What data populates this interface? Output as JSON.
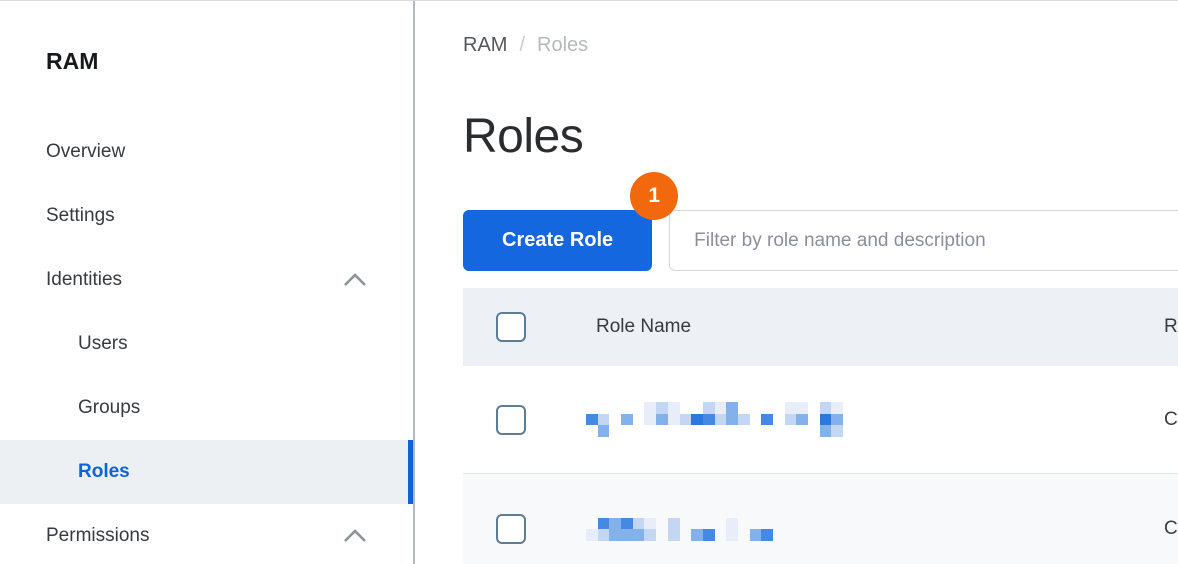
{
  "sidebar": {
    "brand": "RAM",
    "items": [
      {
        "label": "Overview",
        "level": 1
      },
      {
        "label": "Settings",
        "level": 1
      },
      {
        "label": "Identities",
        "level": 1,
        "chevron": "up"
      },
      {
        "label": "Users",
        "level": 2
      },
      {
        "label": "Groups",
        "level": 2
      },
      {
        "label": "Roles",
        "level": 2,
        "selected": true
      },
      {
        "label": "Permissions",
        "level": 1,
        "chevron": "up"
      }
    ]
  },
  "breadcrumb": {
    "root": "RAM",
    "separator": "/",
    "current": "Roles"
  },
  "page": {
    "title": "Roles"
  },
  "annotation": {
    "badge_number": "1",
    "badge_color": "#f2690d"
  },
  "toolbar": {
    "create_button_label": "Create Role",
    "create_button_color": "#1567e0",
    "filter_placeholder": "Filter by role name and description",
    "filter_value": ""
  },
  "table": {
    "columns": [
      {
        "label": "Role Name"
      },
      {
        "label": "R",
        "clipped": true
      }
    ],
    "rows": [
      {
        "name_redacted": true,
        "col2_clipped": "C",
        "mosaic": [
          "0000012100213000011021",
          "4203013125423204023053",
          "0300000000000000000032"
        ]
      },
      {
        "name_redacted": true,
        "col2_clipped": "C",
        "mosaic": [
          "0434210200001000",
          "1233320203401034"
        ]
      }
    ]
  },
  "colors": {
    "selected_item_bg": "#edf0f3",
    "selected_item_text": "#0b64d8",
    "selected_item_bar": "#1063d6",
    "header_bg": "#edf0f4",
    "link_blue": "#2a78e0",
    "divider": "#b4bac0"
  }
}
